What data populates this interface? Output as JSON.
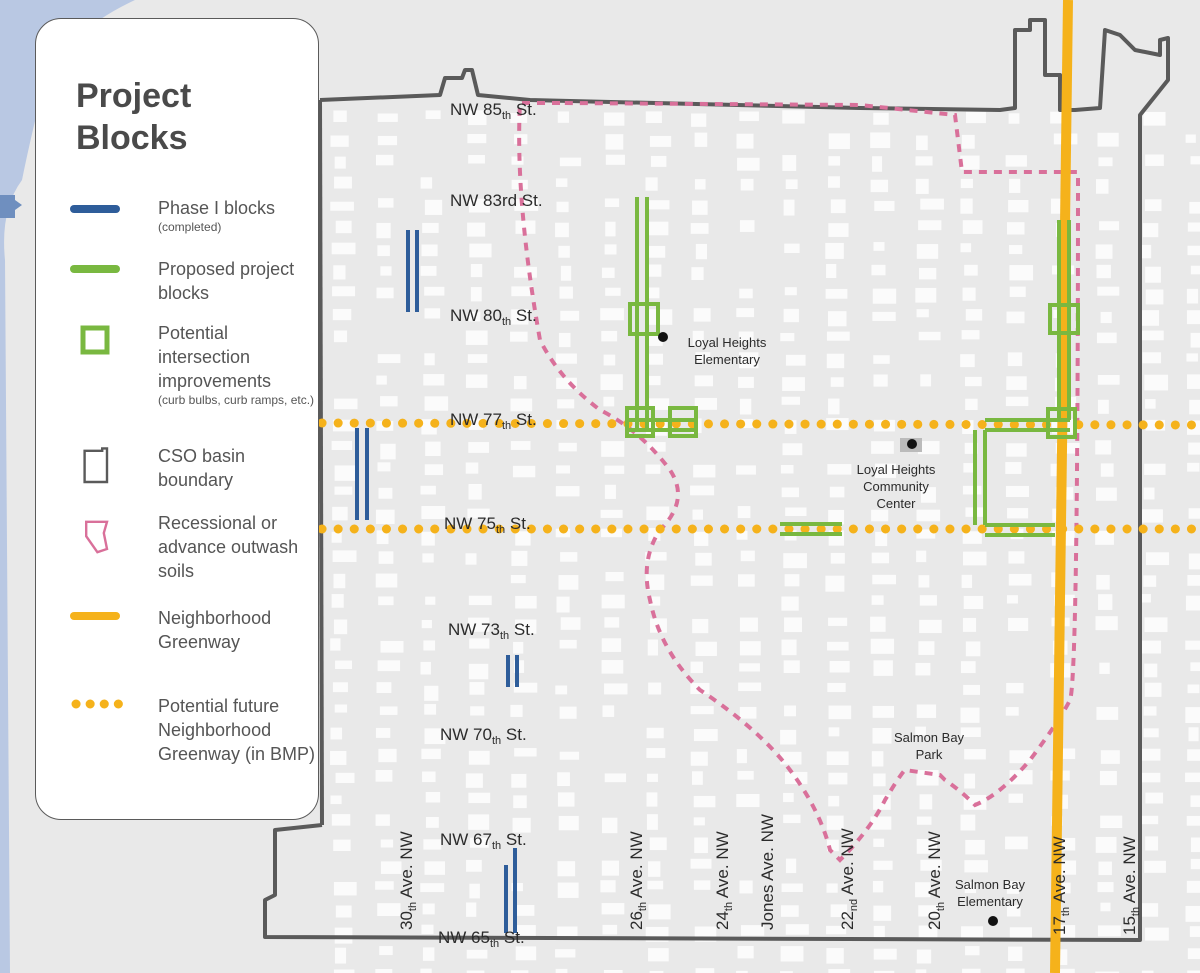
{
  "legend": {
    "title": "Project Blocks",
    "items": [
      {
        "label": "Phase I blocks",
        "note": "(completed)",
        "symbol": "phase-one-line-icon",
        "color": "#2e5d9a"
      },
      {
        "label": "Proposed project blocks",
        "note": "",
        "symbol": "proposed-line-icon",
        "color": "#79b840"
      },
      {
        "label": "Potential intersection improvements",
        "note": "(curb bulbs, curb ramps, etc.)",
        "symbol": "intersection-square-icon",
        "color": "#79b840"
      },
      {
        "label": "CSO basin boundary",
        "note": "",
        "symbol": "basin-boundary-icon",
        "color": "#5a5a5a"
      },
      {
        "label": "Recessional or advance outwash soils",
        "note": "",
        "symbol": "soils-outline-icon",
        "color": "#d9709a"
      },
      {
        "label": "Neighborhood Greenway",
        "note": "",
        "symbol": "greenway-line-icon",
        "color": "#f5b21b"
      },
      {
        "label": "Potential future Neighborhood Greenway (in BMP)",
        "note": "",
        "symbol": "future-greenway-dots-icon",
        "color": "#f5b21b"
      }
    ]
  },
  "streets": {
    "ew": [
      {
        "base": "NW 85",
        "sup": "th",
        "tail": " St."
      },
      {
        "base": "NW 83rd St.",
        "sup": "",
        "tail": ""
      },
      {
        "base": "NW 80",
        "sup": "th",
        "tail": " St."
      },
      {
        "base": "NW 77",
        "sup": "th",
        "tail": " St."
      },
      {
        "base": "NW 75",
        "sup": "th",
        "tail": " St."
      },
      {
        "base": "NW 73",
        "sup": "th",
        "tail": " St."
      },
      {
        "base": "NW 70",
        "sup": "th",
        "tail": " St."
      },
      {
        "base": "NW 67",
        "sup": "th",
        "tail": " St."
      },
      {
        "base": "NW 65",
        "sup": "th",
        "tail": " St."
      }
    ],
    "ns": [
      {
        "base": "30",
        "sup": "th",
        "tail": " Ave. NW"
      },
      {
        "base": "26",
        "sup": "th",
        "tail": " Ave. NW"
      },
      {
        "base": "24",
        "sup": "th",
        "tail": " Ave. NW"
      },
      {
        "base": "Jones Ave. NW",
        "sup": "",
        "tail": ""
      },
      {
        "base": "22",
        "sup": "nd",
        "tail": " Ave. NW"
      },
      {
        "base": "20",
        "sup": "th",
        "tail": " Ave. NW"
      },
      {
        "base": "17",
        "sup": "th",
        "tail": " Ave. NW"
      },
      {
        "base": "15",
        "sup": "th",
        "tail": " Ave. NW"
      }
    ]
  },
  "places": [
    {
      "name": "Loyal Heights Elementary",
      "lines": [
        "Loyal Heights",
        "Elementary"
      ]
    },
    {
      "name": "Loyal Heights Community Center",
      "lines": [
        "Loyal Heights",
        "Community",
        "Center"
      ]
    },
    {
      "name": "Salmon Bay Park",
      "lines": [
        "Salmon Bay",
        "Park"
      ]
    },
    {
      "name": "Salmon Bay Elementary",
      "lines": [
        "Salmon Bay",
        "Elementary"
      ]
    }
  ],
  "colors": {
    "background": "#e9e9e9",
    "blocks": "#ffffff",
    "water": "#b9c8e3",
    "boundary": "#5a5a5a",
    "phase_one": "#2e5d9a",
    "proposed": "#79b840",
    "greenway": "#f5b21b",
    "soils": "#d9709a"
  }
}
